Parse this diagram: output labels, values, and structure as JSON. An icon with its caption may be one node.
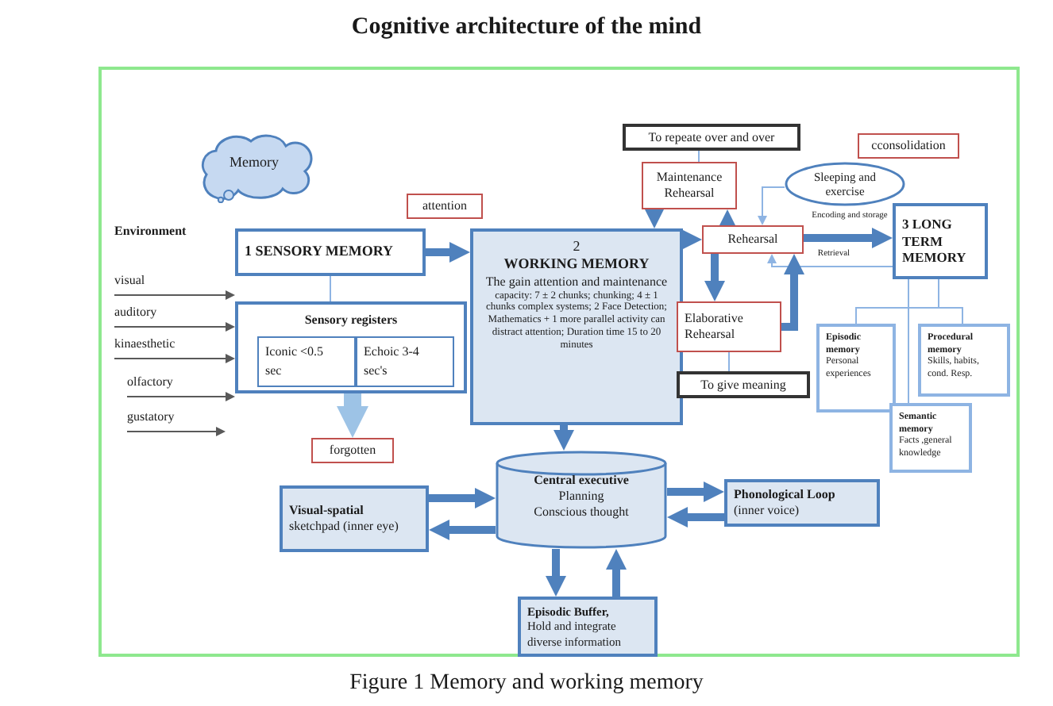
{
  "diagram": {
    "title": "Cognitive architecture of the mind",
    "caption": "Figure 1 Memory and working memory",
    "nodes": [
      {
        "text": [
          "Memory"
        ]
      },
      {
        "text": [
          "visual"
        ]
      },
      {
        "text": [
          "auditory"
        ]
      },
      {
        "text": [
          "kinaesthetic"
        ]
      },
      {
        "text": [
          "olfactory"
        ]
      },
      {
        "text": [
          "gustatory"
        ]
      },
      {
        "text": [
          "attention"
        ]
      },
      {
        "text": [
          "1 SENSORY MEMORY"
        ]
      },
      {
        "text": [
          "Sensory registers"
        ]
      },
      {
        "text": [
          "Iconic <0.5 sec"
        ],
        "in": 8
      },
      {
        "text": [
          "Echoic 3-4 sec's"
        ],
        "in": 8
      },
      {
        "text": [
          "forgotten"
        ]
      },
      {
        "text": [
          "2",
          "WORKING MEMORY",
          "The gain attention and maintenance",
          "capacity: 7 ± 2 chunks; chunking; 4 ± 1 chunks complex systems; 2 Face Detection; Mathematics + 1 more parallel activity can distract attention; Duration time 15 to 20 minutes"
        ]
      },
      {
        "text": [
          "To repeate over and over"
        ]
      },
      {
        "text": [
          "Maintenance Rehearsal"
        ]
      },
      {
        "text": [
          "Rehearsal"
        ]
      },
      {
        "text": [
          "Elaborative Rehearsal"
        ]
      },
      {
        "text": [
          "To give meaning"
        ]
      },
      {
        "text": [
          "cconsolidation"
        ]
      },
      {
        "text": [
          "Sleeping and exercise"
        ]
      },
      {
        "text": [
          "3 LONG TERM MEMORY"
        ]
      },
      {
        "text": [
          "Episodic memory",
          "Personal experiences"
        ]
      },
      {
        "text": [
          "Procedural memory",
          "Skills, habits, cond. Resp."
        ]
      },
      {
        "text": [
          "Semantic memory",
          "Facts ,general knowledge"
        ]
      },
      {
        "text": [
          "Central executive",
          "Planning",
          "Conscious thought"
        ]
      },
      {
        "text": [
          "Visual-spatial",
          "sketchpad (inner eye)"
        ]
      },
      {
        "text": [
          "Phonological Loop",
          "(inner voice)"
        ]
      },
      {
        "text": [
          "Episodic Buffer,",
          "Hold and integrate diverse information"
        ]
      }
    ],
    "edges": [
      {
        "from": 1,
        "to": 8,
        "arrow": "to",
        "color": "#595959"
      },
      {
        "from": 2,
        "to": 8,
        "arrow": "to",
        "color": "#595959"
      },
      {
        "from": 3,
        "to": 8,
        "arrow": "to",
        "color": "#595959"
      },
      {
        "from": 4,
        "to": 8,
        "arrow": "to",
        "color": "#595959"
      },
      {
        "from": 5,
        "to": null,
        "arrow": "to",
        "color": "#595959"
      },
      {
        "from": 7,
        "to": 12,
        "arrow": "to"
      },
      {
        "from": 7,
        "to": 8,
        "arrow": "none",
        "color": "#8eb4e3"
      },
      {
        "from": 8,
        "to": 11,
        "arrow": "to",
        "style": "thick",
        "color": "#9dc3e6"
      },
      {
        "from": 12,
        "to": 24,
        "arrow": "to"
      },
      {
        "from": 14,
        "to": 12,
        "arrow": "to"
      },
      {
        "from": 12,
        "to": 15,
        "arrow": "to"
      },
      {
        "from": 15,
        "to": 14,
        "arrow": "to"
      },
      {
        "from": 15,
        "to": 16,
        "arrow": "to"
      },
      {
        "from": 13,
        "to": 14,
        "arrow": "none",
        "color": "#8eb4e3"
      },
      {
        "from": 16,
        "to": 17,
        "arrow": "none",
        "color": "#8eb4e3"
      },
      {
        "from": 19,
        "to": 15,
        "arrow": "to",
        "color": "#8eb4e3"
      },
      {
        "from": 15,
        "to": 20,
        "arrow": "to",
        "label": "Encoding and storage"
      },
      {
        "from": 20,
        "to": 15,
        "arrow": "to",
        "label": "Retrieval",
        "color": "#8eb4e3"
      },
      {
        "from": 16,
        "to": 15,
        "arrow": "to"
      },
      {
        "from": 20,
        "to": 21,
        "arrow": "none",
        "color": "#8eb4e3"
      },
      {
        "from": 20,
        "to": 22,
        "arrow": "none",
        "color": "#8eb4e3"
      },
      {
        "from": 20,
        "to": 23,
        "arrow": "none",
        "color": "#8eb4e3"
      },
      {
        "from": 25,
        "to": 24,
        "arrow": "to"
      },
      {
        "from": 24,
        "to": 25,
        "arrow": "to"
      },
      {
        "from": 24,
        "to": 26,
        "arrow": "to"
      },
      {
        "from": 26,
        "to": 24,
        "arrow": "to"
      },
      {
        "from": 24,
        "to": 27,
        "arrow": "to"
      },
      {
        "from": 27,
        "to": 24,
        "arrow": "to"
      }
    ],
    "labels": [
      "Environment"
    ]
  }
}
